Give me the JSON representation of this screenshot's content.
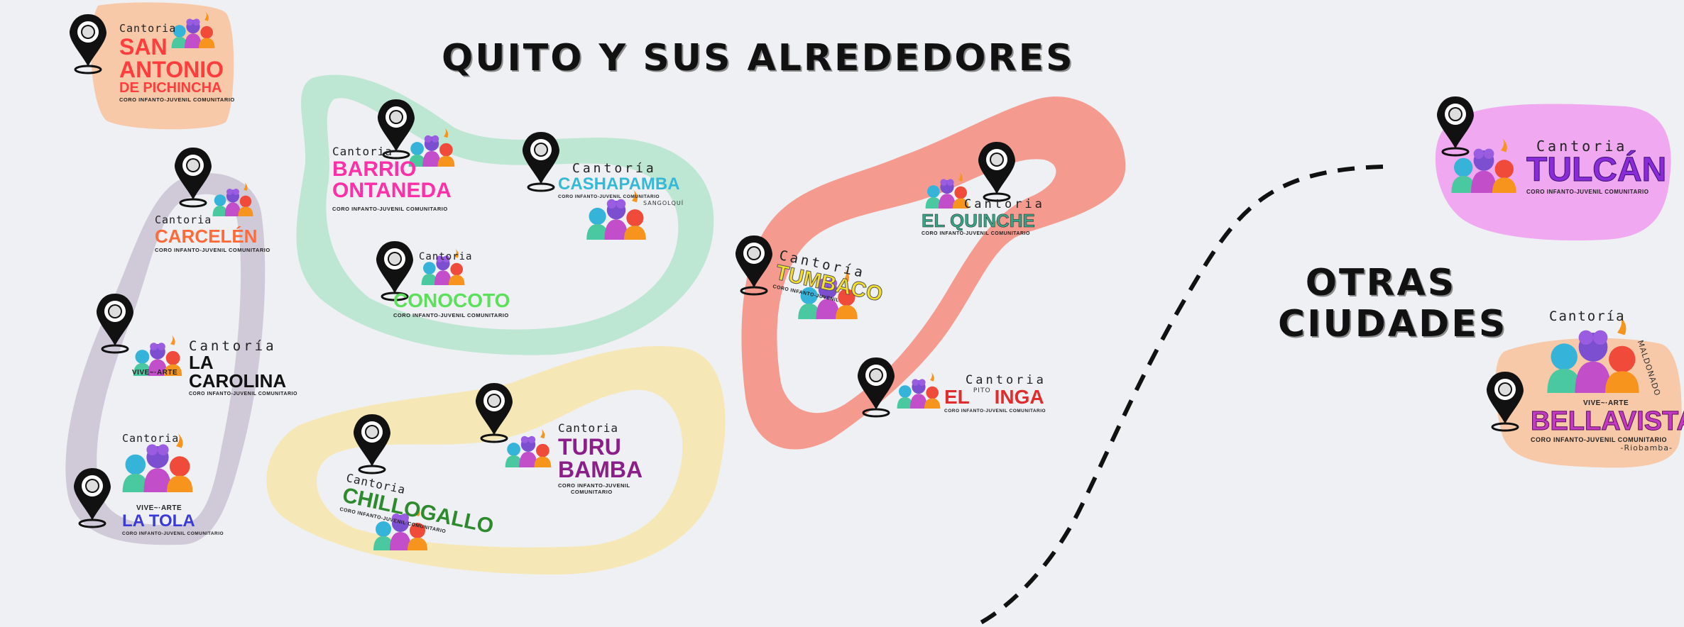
{
  "titles": {
    "main": "QUITO Y SUS ALREDEDORES",
    "other_line1": "OTRAS",
    "other_line2": "CIUDADES"
  },
  "logo_text": {
    "cantoria": "Cantoria",
    "cantoria_spaced": "Cantoría",
    "coro": "CORO INFANTO-JUVENIL COMUNITARIO",
    "coro_2line_a": "CORO INFANTO-JUVENIL",
    "coro_2line_b": "COMUNITARIO",
    "vive": "VIVE~·ARTE"
  },
  "locations": {
    "san_antonio": {
      "line1": "SAN",
      "line2": "ANTONIO",
      "line3": "DE PICHINCHA"
    },
    "carcelen": {
      "name": "CARCELÉN"
    },
    "la_carolina": {
      "name": "LA CAROLINA"
    },
    "la_tola": {
      "name": "LA TOLA"
    },
    "barrio_ontaneda": {
      "line1": "BARRIO",
      "line2": "ONTANEDA"
    },
    "cashapamba": {
      "name": "CASHAPAMBA",
      "tag": "SANGOLQUÍ"
    },
    "conocoto": {
      "name": "CONOCOTO"
    },
    "chillogallo": {
      "name": "CHILLOGALLO"
    },
    "turubamba": {
      "line1": "TURU",
      "line2": "BAMBA"
    },
    "tumbaco": {
      "name": "TUMBACO"
    },
    "el_quinche": {
      "name": "EL QUINCHE"
    },
    "el_inga": {
      "pre": "EL",
      "mini": "PITO",
      "name": "INGA"
    },
    "tulcan": {
      "name": "TULCÁN"
    },
    "bellavista": {
      "name": "BELLAVISTA",
      "arc": "MALDONADO",
      "note": "-Riobamba-"
    }
  },
  "colors": {
    "background": "#eef0f3",
    "blob_orange": "#f7c9a8",
    "blob_grey": "#cfc9d8",
    "blob_green": "#bde6d3",
    "blob_yellow": "#f6e8b6",
    "blob_red": "#f59a8f",
    "blob_pink": "#f0a8f0",
    "pin": "#111111"
  }
}
